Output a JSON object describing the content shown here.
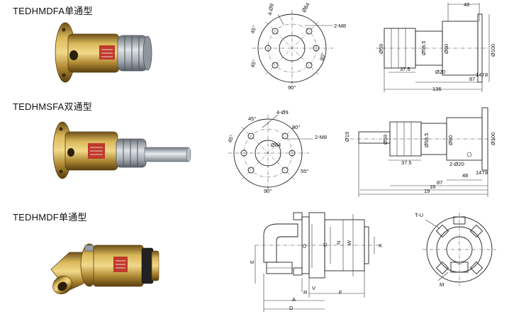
{
  "models": [
    {
      "title": "TEDHMDFA单通型"
    },
    {
      "title": "TEDHMSFA双通型"
    },
    {
      "title": "TEDHMDF单通型"
    }
  ],
  "drawing1": {
    "front": {
      "holes": "4-Ø9",
      "pcd": "Ø84",
      "thread": "2-M8",
      "angle_a": "45°",
      "angle_b": "45°",
      "angle_c": "90°",
      "angle_d": "80°"
    },
    "side": {
      "d59": "Ø59",
      "d585": "Ø58.5",
      "d60": "Ø60",
      "d100": "Ø100",
      "d20": "Ø20",
      "l48": "48",
      "l375": "37.5",
      "l87": "87",
      "l136": "136",
      "l147": "147",
      "l8": "8"
    }
  },
  "drawing2": {
    "front": {
      "holes": "4-Ø9",
      "pcd": "Ø84",
      "thread": "2-M8",
      "angle_a": "45°",
      "angle_b": "45°",
      "angle_c": "90°",
      "angle_d": "80°",
      "angle_e": "55°"
    },
    "side": {
      "d19": "Ø19",
      "d59": "Ø59",
      "d585": "Ø58.5",
      "d60": "Ø60",
      "d100": "Ø100",
      "d20": "2-Ø20",
      "l48": "48",
      "l375": "37.5",
      "l87": "87",
      "l16": "16",
      "l19": "19",
      "l147": "147",
      "l8": "8"
    }
  },
  "drawing3": {
    "side": {
      "e": "E",
      "o": "O",
      "c": "C",
      "n": "N",
      "w": "W",
      "k": "K",
      "v": "V",
      "r": "R",
      "f": "F",
      "a": "A",
      "d": "D"
    },
    "front": {
      "tu": "T-U",
      "m": "M"
    }
  },
  "colors": {
    "brass": "#b8963a",
    "brass_dark": "#7a5c1e",
    "label_red": "#c0392b",
    "steel": "#9aa0a6"
  }
}
